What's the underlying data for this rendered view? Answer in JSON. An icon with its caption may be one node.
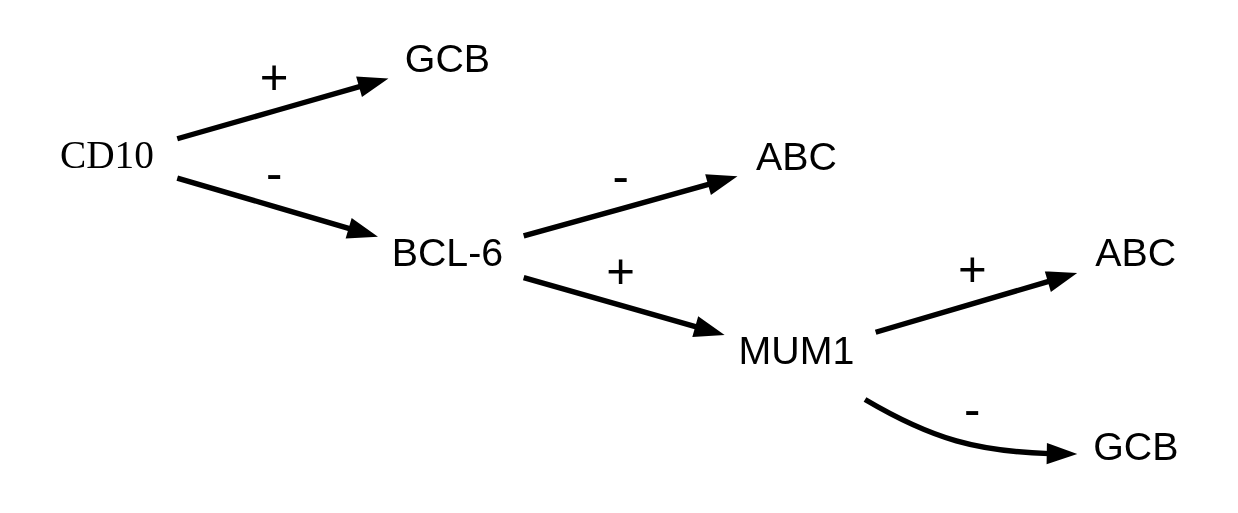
{
  "diagram": {
    "nodes": [
      {
        "text": [
          "CD10"
        ]
      },
      {
        "text": [
          "GCB"
        ]
      },
      {
        "text": [
          "BCL-6"
        ]
      },
      {
        "text": [
          "ABC"
        ]
      },
      {
        "text": [
          "MUM1"
        ]
      },
      {
        "text": [
          "ABC"
        ]
      },
      {
        "text": [
          "GCB"
        ]
      }
    ],
    "edges": [
      {
        "from": 0,
        "to": 1,
        "arrow": "to",
        "label": "+"
      },
      {
        "from": 0,
        "to": 2,
        "arrow": "to",
        "label": "-"
      },
      {
        "from": 2,
        "to": 4,
        "arrow": "to",
        "label": "+"
      },
      {
        "from": 2,
        "to": 3,
        "arrow": "to",
        "label": "-"
      },
      {
        "from": 4,
        "to": 5,
        "arrow": "to",
        "label": "+"
      },
      {
        "from": 4,
        "to": 6,
        "arrow": "to",
        "label": "-"
      }
    ]
  }
}
